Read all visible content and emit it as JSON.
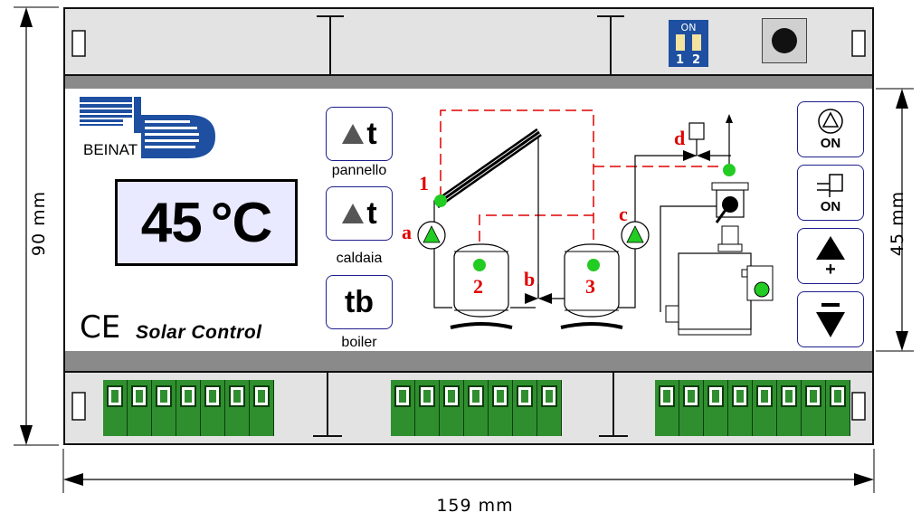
{
  "dimensions": {
    "height_total": "90  mm",
    "height_front": "45  mm",
    "width_total": "159  mm"
  },
  "brand": {
    "logo_text": "BEINAT"
  },
  "display": {
    "temperature": "45",
    "unit": "°C"
  },
  "left_buttons": [
    {
      "symbol": "t",
      "caption": "pannello"
    },
    {
      "symbol": "t",
      "caption": "caldaia"
    },
    {
      "symbol": "tb",
      "caption": "boiler"
    }
  ],
  "right_buttons": [
    {
      "label": "ON",
      "icon": "pump-icon"
    },
    {
      "label": "ON",
      "icon": "valve-icon"
    },
    {
      "label": "+",
      "icon": "arrow-up-icon"
    },
    {
      "label": "",
      "icon": "arrow-down-icon"
    }
  ],
  "product": {
    "ce_mark": "CE",
    "name": "Solar  Control"
  },
  "dip_switch": {
    "on_label": "ON",
    "switch_1": "1",
    "switch_2": "2"
  },
  "schematic": {
    "sensor_labels": [
      "1",
      "2",
      "3"
    ],
    "component_labels": [
      "a",
      "b",
      "c",
      "d"
    ]
  },
  "colors": {
    "display_bg": "#e9e9ff",
    "button_border": "#1d1d8c",
    "sensor_green": "#22cc22",
    "label_red": "#e00000",
    "terminal_green": "#2f8f2f",
    "logo_blue": "#1e4fa0"
  }
}
